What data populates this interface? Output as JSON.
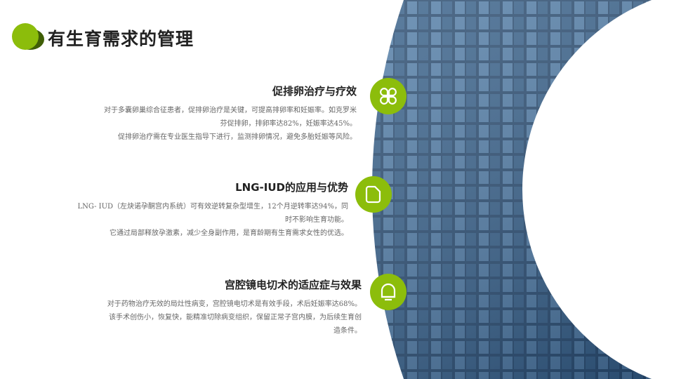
{
  "title": "有生育需求的管理",
  "accent": "#8cbd0b",
  "sections": [
    {
      "heading": "促排卵治疗与疗效",
      "icon": "clover-icon",
      "lines": [
        "对于多囊卵巢综合征患者，促排卵治疗是关键，可提高排卵率和妊娠率。如克罗米",
        "芬促排卵，排卵率达82%，妊娠率达45%。",
        "促排卵治疗需在专业医生指导下进行，监测排卵情况，避免多胎妊娠等风险。"
      ]
    },
    {
      "heading": "LNG-IUD的应用与优势",
      "icon": "document-icon",
      "lines": [
        "LNG- IUD（左炔诺孕酮宫内系统）可有效逆转复杂型增生，12个月逆转率达94%，同",
        "时不影响生育功能。",
        "它通过局部释放孕激素，减少全身副作用，是育龄期有生育需求女性的优选。"
      ]
    },
    {
      "heading": "宫腔镜电切术的适应症与效果",
      "icon": "bell-icon",
      "lines": [
        "对于药物治疗无效的局灶性病变，宫腔镜电切术是有效手段，术后妊娠率达68%。",
        "该手术创伤小，恢复快，能精准切除病变组织，保留正常子宫内膜，为后续生育创",
        "造条件。"
      ]
    }
  ]
}
